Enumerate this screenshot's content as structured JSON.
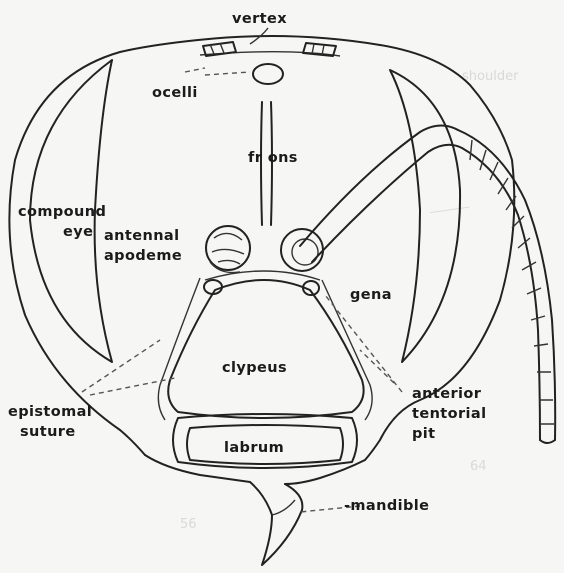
{
  "labels": {
    "vertex": "vertex",
    "ocelli": "ocelli",
    "frons": "fr ons",
    "compound_eye_line1": "compound",
    "compound_eye_line2": "eye",
    "antennal_apodeme_line1": "antennal",
    "antennal_apodeme_line2": "apodeme",
    "gena": "gena",
    "clypeus": "clypeus",
    "anterior_tentorial_pit_line1": "anterior",
    "anterior_tentorial_pit_line2": "tentorial",
    "anterior_tentorial_pit_line3": "pit",
    "epistomal_suture_line1": "epistomal",
    "epistomal_suture_line2": "suture",
    "labrum": "labrum",
    "mandible": "-mandible"
  },
  "colors": {
    "ink": "#222222",
    "background": "#f6f6f4",
    "ghost_text": "#d9d9d6"
  }
}
